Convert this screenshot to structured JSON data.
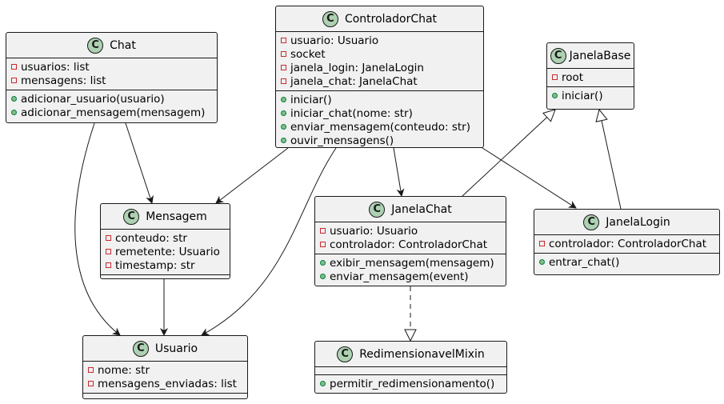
{
  "classes": {
    "chat": {
      "name": "Chat",
      "stereotype": "C",
      "attributes": [
        "usuarios: list",
        "mensagens: list"
      ],
      "methods": [
        "adicionar_usuario(usuario)",
        "adicionar_mensagem(mensagem)"
      ]
    },
    "controlador_chat": {
      "name": "ControladorChat",
      "stereotype": "C",
      "attributes": [
        "usuario: Usuario",
        "socket",
        "janela_login: JanelaLogin",
        "janela_chat: JanelaChat"
      ],
      "methods": [
        "iniciar()",
        "iniciar_chat(nome: str)",
        "enviar_mensagem(conteudo: str)",
        "ouvir_mensagens()"
      ]
    },
    "janela_base": {
      "name": "JanelaBase",
      "stereotype": "C",
      "attributes": [
        "root"
      ],
      "methods": [
        "iniciar()"
      ]
    },
    "mensagem": {
      "name": "Mensagem",
      "stereotype": "C",
      "attributes": [
        "conteudo: str",
        "remetente: Usuario",
        "timestamp: str"
      ],
      "methods": []
    },
    "janela_chat": {
      "name": "JanelaChat",
      "stereotype": "C",
      "attributes": [
        "usuario: Usuario",
        "controlador: ControladorChat"
      ],
      "methods": [
        "exibir_mensagem(mensagem)",
        "enviar_mensagem(event)"
      ]
    },
    "janela_login": {
      "name": "JanelaLogin",
      "stereotype": "C",
      "attributes": [
        "controlador: ControladorChat"
      ],
      "methods": [
        "entrar_chat()"
      ]
    },
    "usuario": {
      "name": "Usuario",
      "stereotype": "C",
      "attributes": [
        "nome: str",
        "mensagens_enviadas: list"
      ],
      "methods": []
    },
    "redimensionavel_mixin": {
      "name": "RedimensionavelMixin",
      "stereotype": "C",
      "attributes": [],
      "methods": [
        "permitir_redimensionamento()"
      ]
    }
  },
  "relations": [
    {
      "from": "Chat",
      "to": "Mensagem",
      "kind": "association"
    },
    {
      "from": "Chat",
      "to": "Usuario",
      "kind": "association"
    },
    {
      "from": "ControladorChat",
      "to": "Mensagem",
      "kind": "association"
    },
    {
      "from": "ControladorChat",
      "to": "Usuario",
      "kind": "association"
    },
    {
      "from": "ControladorChat",
      "to": "JanelaChat",
      "kind": "association"
    },
    {
      "from": "ControladorChat",
      "to": "JanelaLogin",
      "kind": "association"
    },
    {
      "from": "Mensagem",
      "to": "Usuario",
      "kind": "association"
    },
    {
      "from": "JanelaChat",
      "to": "JanelaBase",
      "kind": "inheritance"
    },
    {
      "from": "JanelaLogin",
      "to": "JanelaBase",
      "kind": "inheritance"
    },
    {
      "from": "JanelaChat",
      "to": "RedimensionavelMixin",
      "kind": "realization"
    }
  ],
  "colors": {
    "box_fill": "#f1f1f1",
    "border": "#181818",
    "class_badge": "#add1b2",
    "private_marker": "#c82930",
    "public_marker": "#84be84"
  }
}
